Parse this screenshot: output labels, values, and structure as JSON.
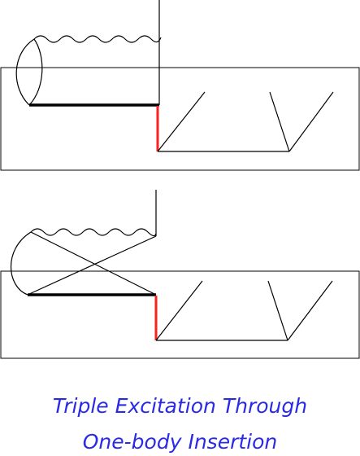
{
  "caption": {
    "line1": "Triple Excitation Through",
    "line2": "One-body Insertion",
    "color": "#2a2ae6"
  },
  "colors": {
    "stroke": "#000000",
    "insertion": "#ff2020",
    "background": "#ffffff"
  },
  "panels": [
    {
      "name": "top-panel",
      "crossed_exchange": false
    },
    {
      "name": "bottom-panel",
      "crossed_exchange": true
    }
  ]
}
